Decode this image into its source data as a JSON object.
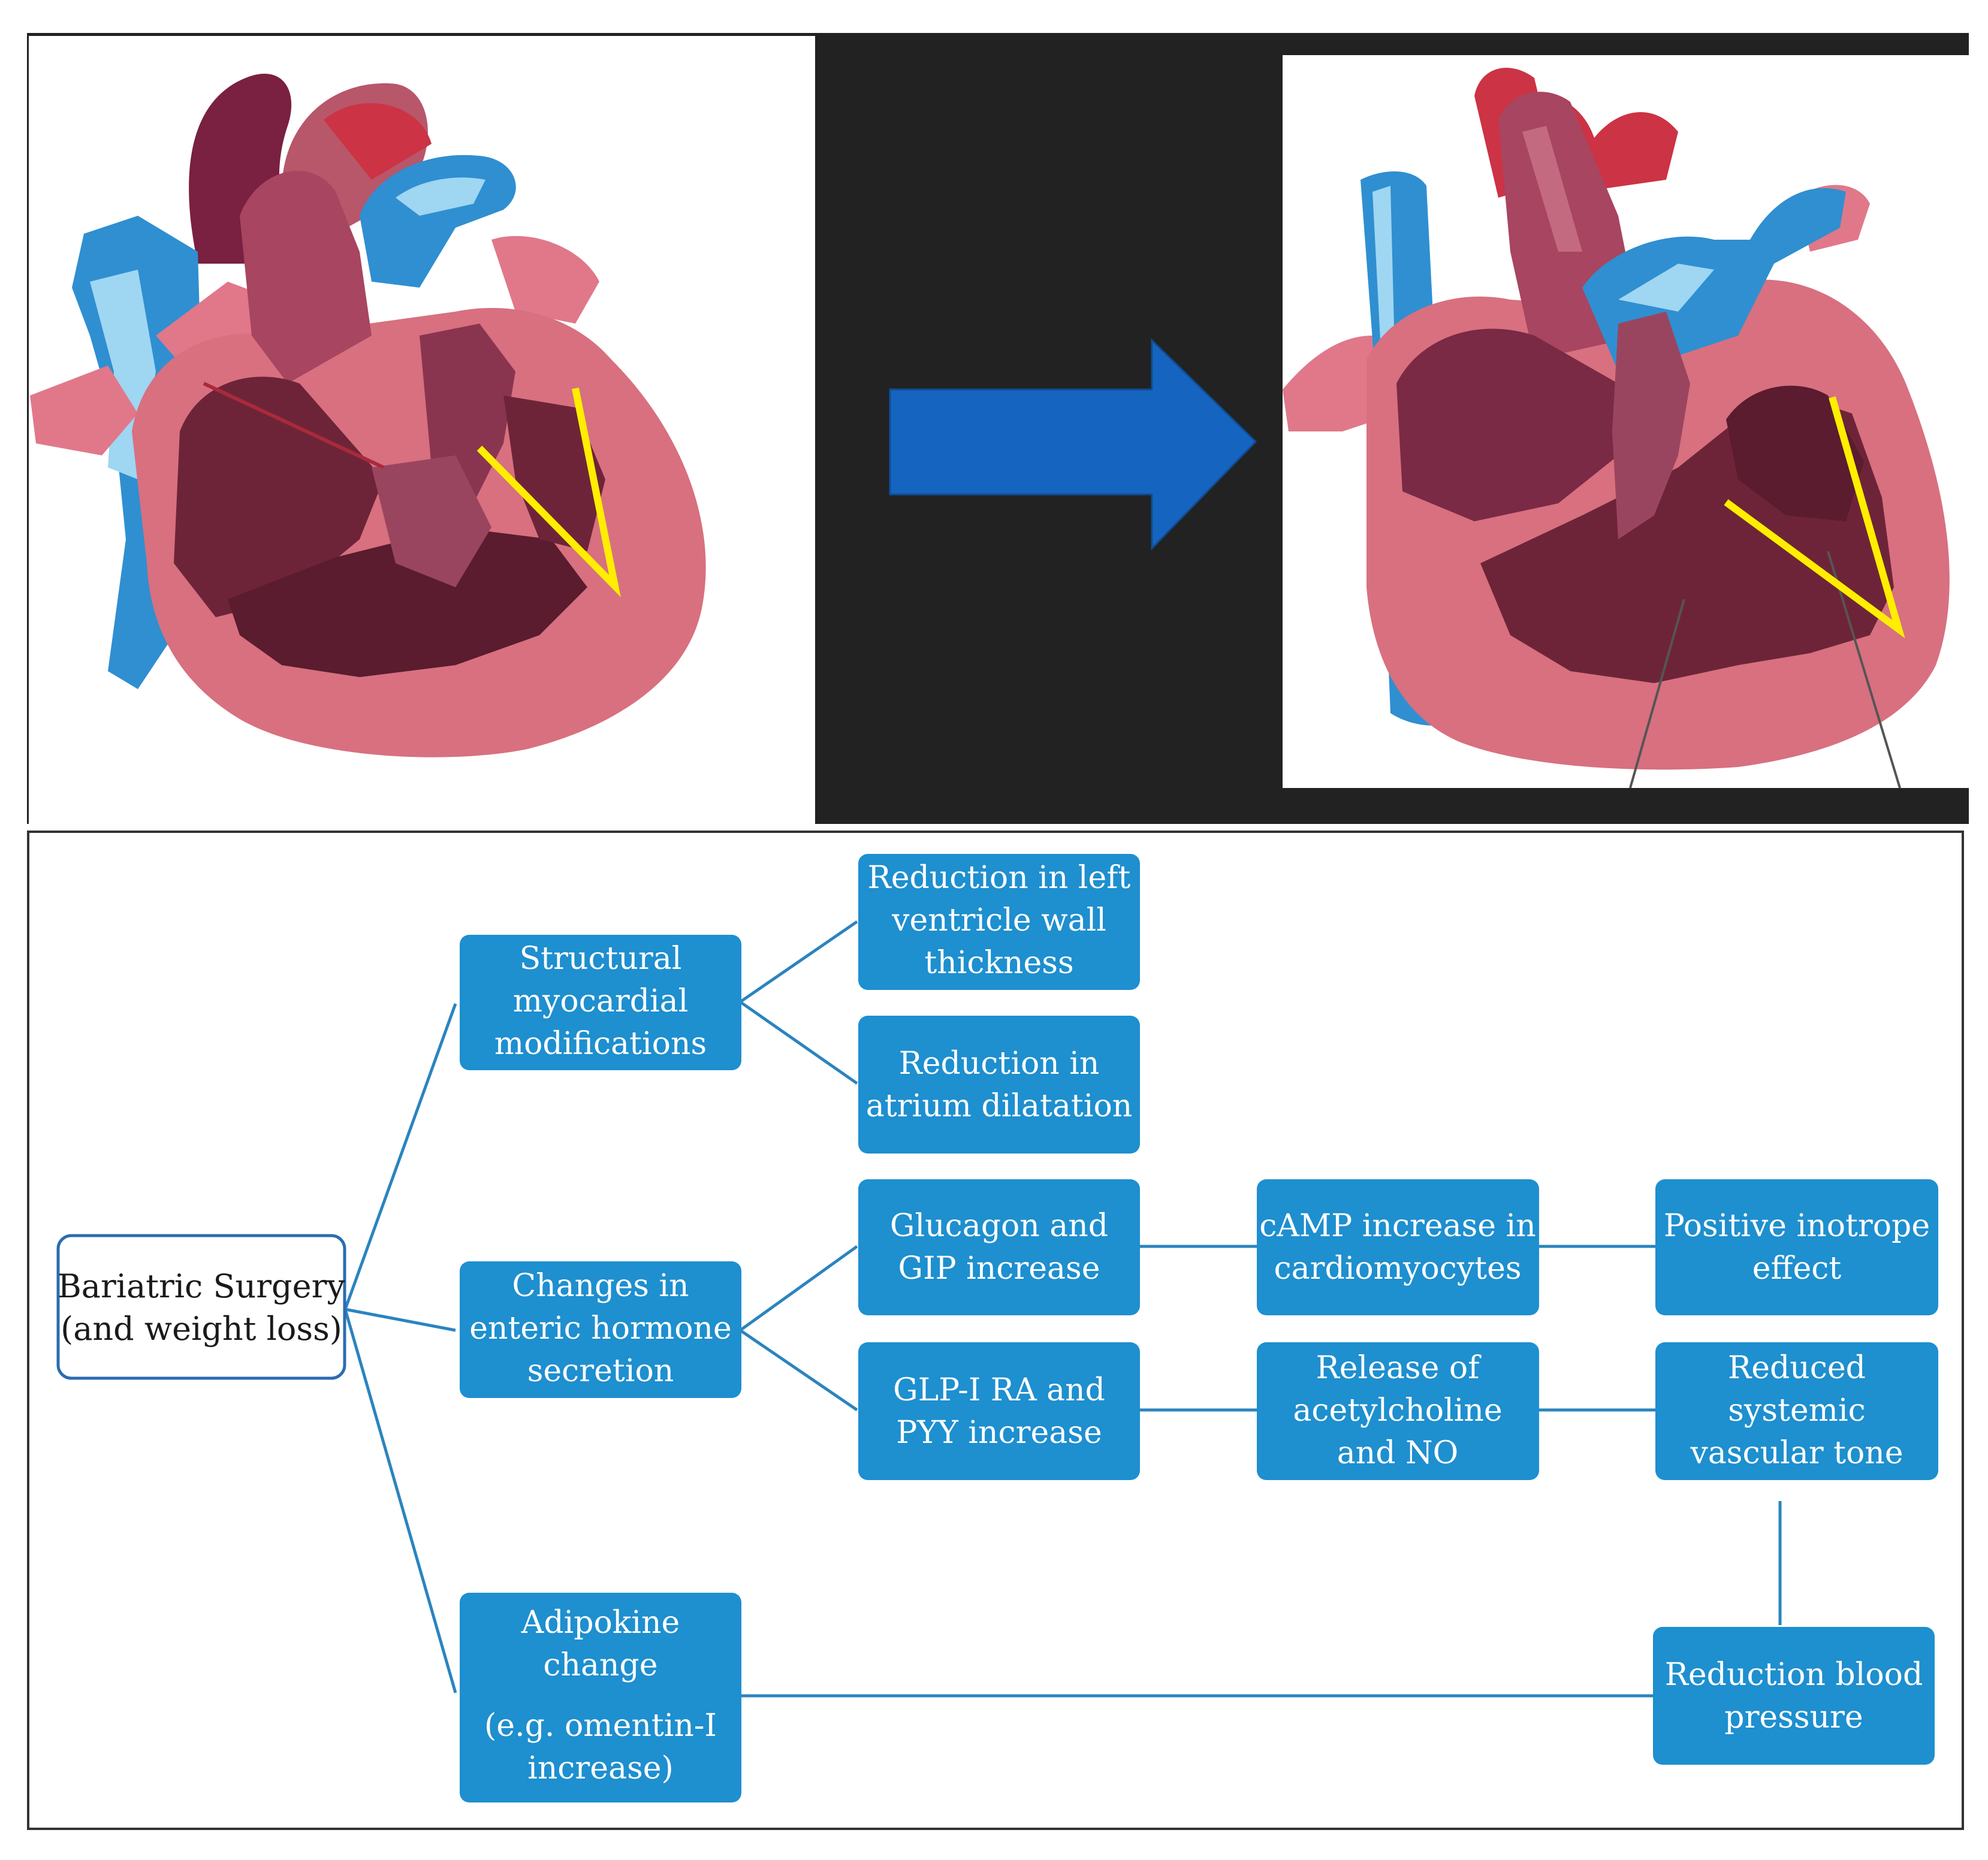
{
  "colors": {
    "box_fill": "#1e8fcf",
    "box_text": "#ffffff",
    "connector": "#2b84be",
    "root_border": "#2b6cb0",
    "dark_panel": "#222222",
    "arrow": "#1565c0",
    "heart_muscle": "#d8707f",
    "heart_cavity": "#6e2438",
    "vein_blue": "#2f8fd1",
    "artery_red": "#cc3344",
    "marker_yellow": "#ffee00"
  },
  "top_panel": {
    "before_heart_icon": "heart-thick-wall-icon",
    "arrow_icon": "right-arrow-icon",
    "after_heart_icon": "heart-thin-wall-icon"
  },
  "flowchart": {
    "root": {
      "lines": [
        "Bariatric Surgery",
        "(and weight loss)"
      ]
    },
    "structural": {
      "lines": [
        "Structural",
        "myocardial",
        "modifications"
      ]
    },
    "lv_wall": {
      "lines": [
        "Reduction in left",
        "ventricle wall",
        "thickness"
      ]
    },
    "atrium": {
      "lines": [
        "Reduction in",
        "atrium dilatation"
      ]
    },
    "enteric": {
      "lines": [
        "Changes in",
        "enteric hormone",
        "secretion"
      ]
    },
    "glucagon": {
      "lines": [
        "Glucagon and",
        "GIP increase"
      ]
    },
    "camp": {
      "lines": [
        "cAMP increase in",
        "cardiomyocytes"
      ]
    },
    "inotrope": {
      "lines": [
        "Positive inotrope",
        "effect"
      ]
    },
    "glp": {
      "lines": [
        "GLP-I RA and",
        "PYY increase"
      ]
    },
    "release": {
      "lines": [
        "Release of",
        "acetylcholine",
        "and NO"
      ]
    },
    "vascular": {
      "lines": [
        "Reduced",
        "systemic",
        "vascular tone"
      ]
    },
    "adipokine": {
      "lines": [
        "Adipokine",
        "change",
        "",
        "(e.g. omentin-I",
        "increase)"
      ]
    },
    "bp": {
      "lines": [
        "Reduction blood",
        "pressure"
      ]
    }
  }
}
